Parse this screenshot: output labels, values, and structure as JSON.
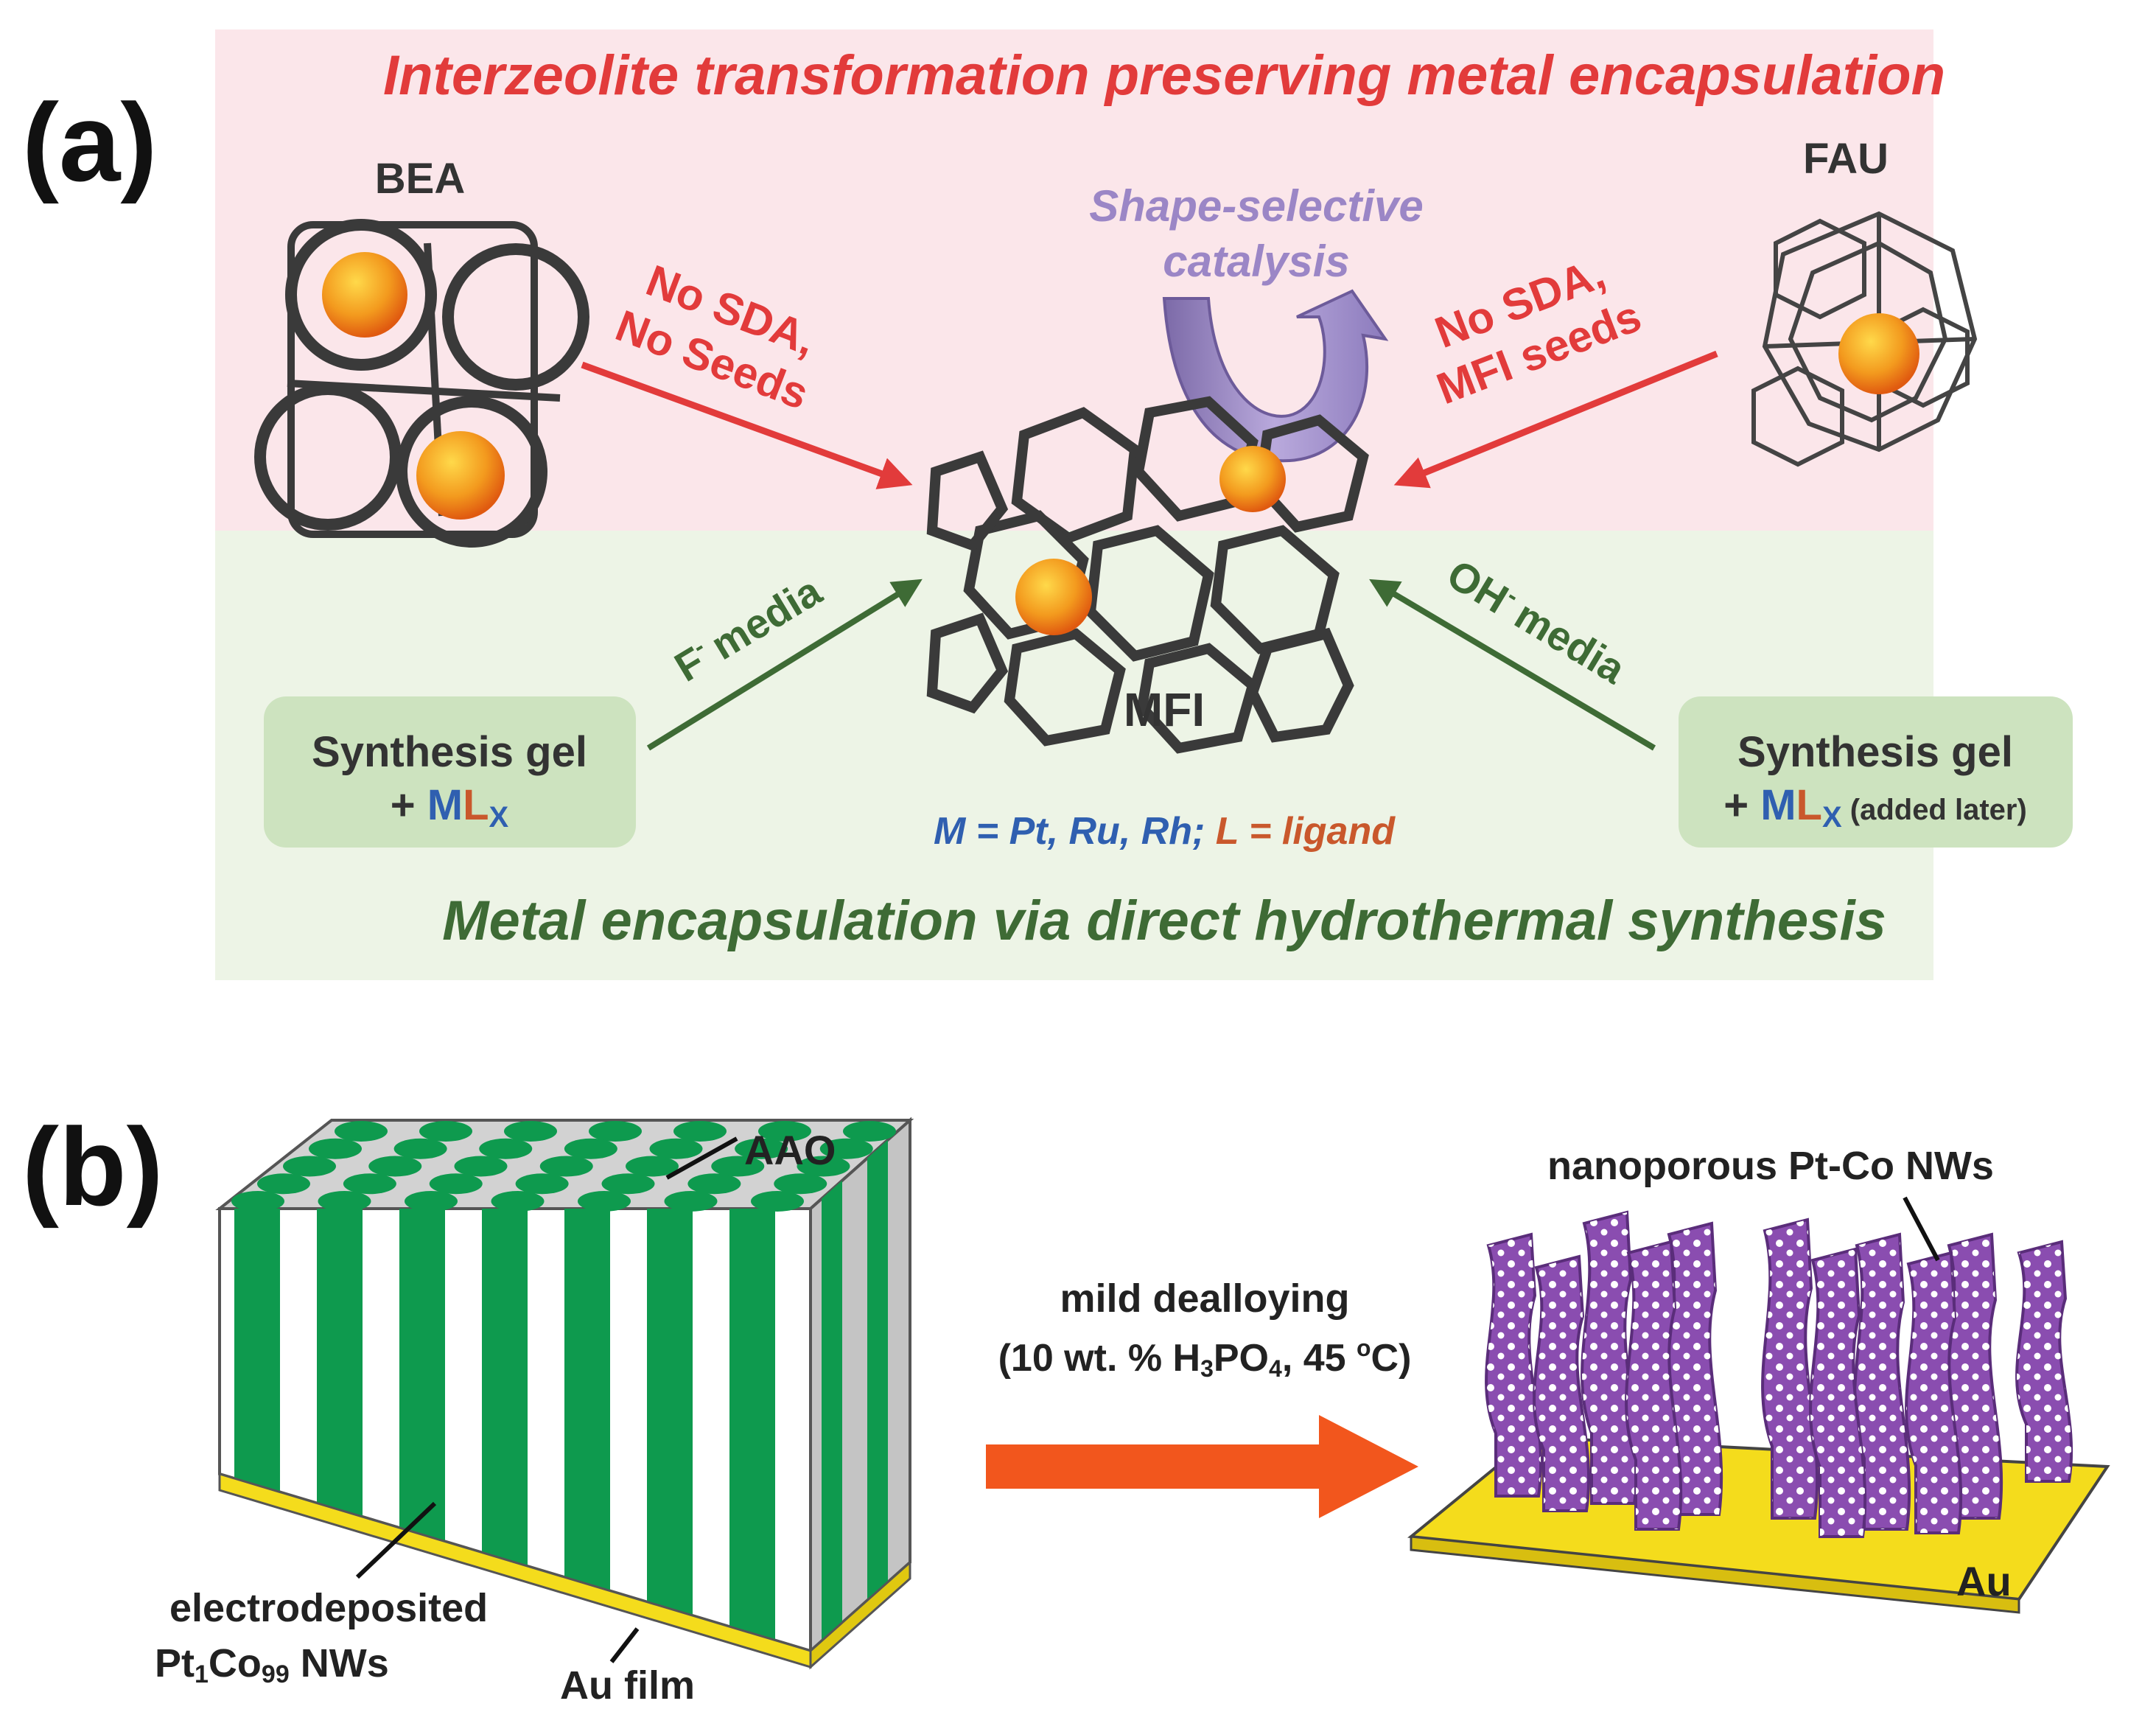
{
  "panel_a": {
    "label": "(a)",
    "top_title": "Interzeolite transformation preserving metal encapsulation",
    "bottom_title": "Metal encapsulation via direct hydrothermal synthesis",
    "bea_label": "BEA",
    "fau_label": "FAU",
    "mfi_label": "MFI",
    "shape_selective_line1": "Shape-selective",
    "shape_selective_line2": "catalysis",
    "left_arrow_line1": "No SDA,",
    "left_arrow_line2": "No Seeds",
    "right_arrow_line1": "No SDA,",
    "right_arrow_line2": "MFI seeds",
    "f_media_ion": "F",
    "f_media_charge": "-",
    "f_media_word": "media",
    "oh_media_ion": "OH",
    "oh_media_charge": "-",
    "oh_media_word": "media",
    "gel_left": {
      "line1": "Synthesis  gel",
      "plus": "+ ",
      "m": "M",
      "l": "L",
      "x": "X"
    },
    "gel_right": {
      "line1": "Synthesis  gel",
      "plus": "+ ",
      "m": "M",
      "l": "L",
      "x": "X",
      "note": " (added later)"
    },
    "legend": {
      "m_part": "M = Pt, Ru, Rh;",
      "l_part": " L = ligand"
    },
    "colors": {
      "top_bg": "#fbe6ea",
      "bottom_bg": "#edf4e6",
      "red": "#e23b3b",
      "green_text": "#3e6b35",
      "purple": "#9b86c6",
      "blue": "#2f5fb0",
      "orange": "#c9582c",
      "gel_box": "#cde3bf"
    }
  },
  "panel_b": {
    "label": "(b)",
    "aao_label": "AAO",
    "electro_line1": "electrodeposited",
    "electro_pt": "Pt",
    "electro_sub1": "1",
    "electro_co": "Co",
    "electro_sub2": "99",
    "electro_nws": " NWs",
    "au_film_label": "Au film",
    "process_line1": "mild dealloying",
    "process_pre": "(10 wt. % H",
    "process_sub3": "3",
    "process_po": "PO",
    "process_sub4": "4",
    "process_mid": ", 45 ",
    "process_sup_o": "o",
    "process_end": "C)",
    "nanoporous_label": "nanoporous Pt-Co NWs",
    "au_label": "Au",
    "colors": {
      "pore_green": "#0e9a4e",
      "aao_gray": "#d2d2d2",
      "gold": "#f4dc1c",
      "nw_purple": "#8a4db0",
      "arrow_orange": "#f2561d"
    }
  }
}
